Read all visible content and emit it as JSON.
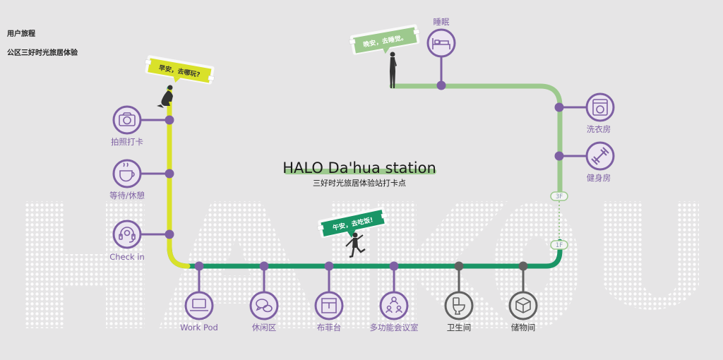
{
  "header": {
    "line1": "用户旅程",
    "line2": "公区三好时光旅居体验"
  },
  "title": {
    "main": "HALO Da'hua station",
    "sub": "三好时光旅居体验站打卡点"
  },
  "watermark": "HAIKOU",
  "bubbles": {
    "morning": "早安，去哪玩?",
    "noon": "午安，去吃饭!",
    "night": "晚安，去睡觉。"
  },
  "floors": {
    "upper": "3F",
    "lower": "1F"
  },
  "stations": {
    "photo": "拍照打卡",
    "wait": "等待/休憩",
    "checkin": "Check in",
    "workpod": "Work Pod",
    "lounge": "休闲区",
    "buffet": "布菲台",
    "meeting": "多功能会议室",
    "restroom": "卫生间",
    "storage": "储物间",
    "sleep": "睡眠",
    "laundry": "洗衣房",
    "gym": "健身房"
  },
  "colors": {
    "line_yellow": "#d9e12a",
    "line_teal": "#1a9566",
    "line_sage": "#9dc98e",
    "purple": "#7e60a3",
    "gray": "#616161",
    "station_fill": "#ebe5f1"
  }
}
